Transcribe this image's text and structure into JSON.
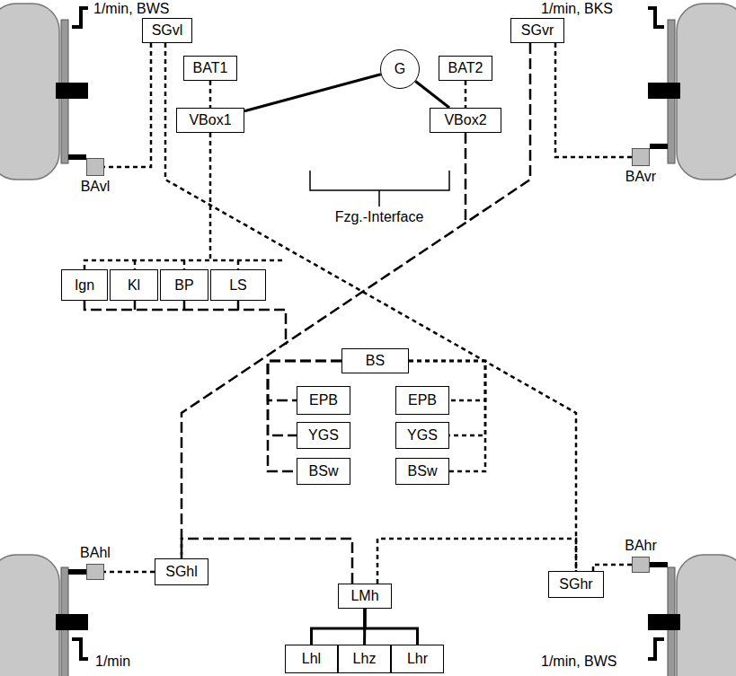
{
  "diagram": {
    "nodes": [
      {
        "text": [
          "SGvl"
        ]
      },
      {
        "text": [
          "SGvr"
        ]
      },
      {
        "text": [
          "BAT1"
        ]
      },
      {
        "text": [
          "G"
        ]
      },
      {
        "text": [
          "BAT2"
        ]
      },
      {
        "text": [
          "BAvl"
        ]
      },
      {
        "text": [
          "VBox1"
        ]
      },
      {
        "text": [
          "VBox2"
        ]
      },
      {
        "text": [
          "BAvr"
        ]
      },
      {
        "text": [
          "Ign"
        ]
      },
      {
        "text": [
          "Kl"
        ]
      },
      {
        "text": [
          "BP"
        ]
      },
      {
        "text": [
          "LS"
        ]
      },
      {
        "text": [
          "BS"
        ]
      },
      {
        "text": [
          "EPB"
        ]
      },
      {
        "text": [
          "EPB"
        ]
      },
      {
        "text": [
          "YGS"
        ]
      },
      {
        "text": [
          "YGS"
        ]
      },
      {
        "text": [
          "BSw"
        ]
      },
      {
        "text": [
          "BSw"
        ]
      },
      {
        "text": [
          "BAhl"
        ]
      },
      {
        "text": [
          "BAhr"
        ]
      },
      {
        "text": [
          "SGhl"
        ]
      },
      {
        "text": [
          "SGhr"
        ]
      },
      {
        "text": [
          "LMh"
        ]
      },
      {
        "text": [
          "Lhl"
        ]
      },
      {
        "text": [
          "Lhz"
        ]
      },
      {
        "text": [
          "Lhr"
        ]
      }
    ],
    "edges": [
      {
        "from": 0,
        "to": 5,
        "arrow": "none"
      },
      {
        "from": 1,
        "to": 8,
        "arrow": "none"
      },
      {
        "from": 2,
        "to": 6,
        "arrow": "none"
      },
      {
        "from": 4,
        "to": 7,
        "arrow": "none"
      },
      {
        "from": 3,
        "to": 6,
        "arrow": "none"
      },
      {
        "from": 3,
        "to": 7,
        "arrow": "none"
      },
      {
        "from": 0,
        "to": 23,
        "arrow": "none"
      },
      {
        "from": 1,
        "to": 22,
        "arrow": "none"
      },
      {
        "from": 22,
        "to": 20,
        "arrow": "none"
      },
      {
        "from": 23,
        "to": 21,
        "arrow": "none"
      },
      {
        "from": 24,
        "to": 22,
        "arrow": "none"
      },
      {
        "from": 24,
        "to": 23,
        "arrow": "none"
      },
      {
        "from": 24,
        "to": 25,
        "arrow": "none"
      },
      {
        "from": 24,
        "to": 26,
        "arrow": "none"
      },
      {
        "from": 24,
        "to": 27,
        "arrow": "none"
      },
      {
        "from": 13,
        "to": 14,
        "arrow": "none"
      },
      {
        "from": 13,
        "to": 16,
        "arrow": "none"
      },
      {
        "from": 13,
        "to": 18,
        "arrow": "none"
      },
      {
        "from": 13,
        "to": 15,
        "arrow": "none"
      },
      {
        "from": 13,
        "to": 17,
        "arrow": "none"
      },
      {
        "from": 13,
        "to": 19,
        "arrow": "none"
      }
    ],
    "labels": [
      "1/min, BWS",
      "1/min, BKS",
      "Fzg.-Interface",
      "1/min",
      "1/min, BWS"
    ]
  }
}
